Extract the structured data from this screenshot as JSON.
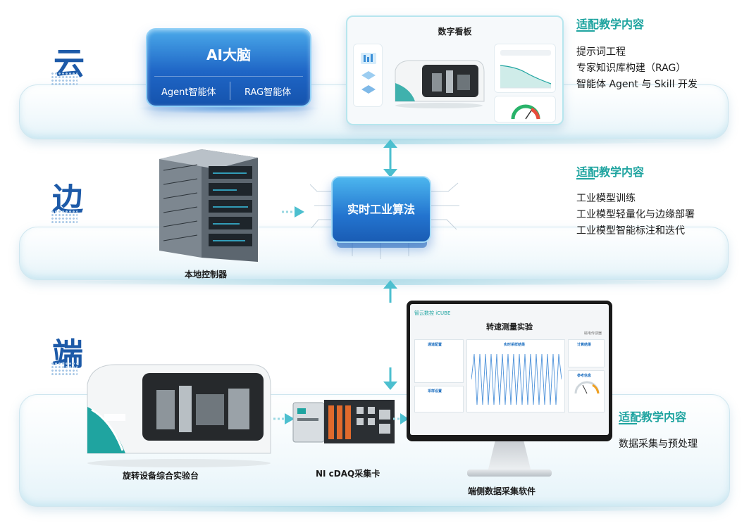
{
  "layers": {
    "cloud": "云",
    "edge": "边",
    "end": "端"
  },
  "cloud": {
    "ai_brain": {
      "title": "AI大脑",
      "agent": "Agent智能体",
      "rag": "RAG智能体"
    },
    "dashboard": {
      "title": "数字看板"
    },
    "teaching": {
      "title": "适配教学内容",
      "items": [
        "提示词工程",
        "专家知识库构建（RAG）",
        "智能体 Agent 与 Skill 开发"
      ]
    }
  },
  "edge": {
    "server_caption": "本地控制器",
    "chip_label": "实时工业算法",
    "teaching": {
      "title": "适配教学内容",
      "items": [
        "工业模型训练",
        "工业模型轻量化与边缘部署",
        "工业模型智能标注和迭代"
      ]
    }
  },
  "end": {
    "rig_caption": "旋转设备综合实验台",
    "daq_caption": "NI cDAQ采集卡",
    "software_caption": "端侧数据采集软件",
    "screen": {
      "logo": "智云数控 iCUBE",
      "title": "转速测量实验",
      "aux": "磁电传感器",
      "panel_channel": "通道配置",
      "panel_wave": "实时采样结果",
      "panel_calc": "计算结果",
      "panel_ref": "参考信息",
      "panel_sample": "采样设置"
    },
    "teaching": {
      "title": "适配教学内容",
      "items": [
        "数据采集与预处理"
      ]
    }
  },
  "colors": {
    "layer_label": "#1d5aa8",
    "teach_title": "#1fa4a0",
    "arrow": "#4cbfcf",
    "chip_blue": "#2374cf"
  }
}
